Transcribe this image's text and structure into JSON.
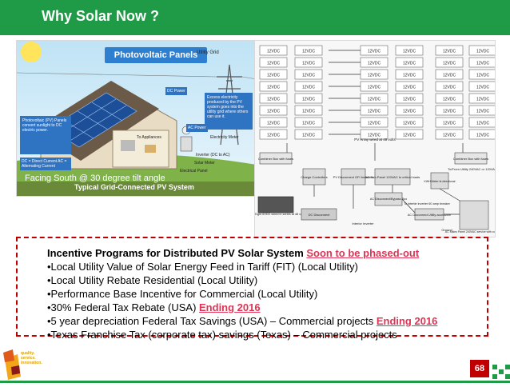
{
  "slide": {
    "title": "Why Solar Now ?",
    "page_number": "68",
    "accent_color": "#1f9a47",
    "highlight_color": "#e03355",
    "border_color": "#c00000"
  },
  "left_image": {
    "header_label": "Photovoltaic Panels",
    "utility_grid_label": "Utility Grid",
    "excess_note": "Excess electricity produced by the PV system goes into the utility grid where others can use it.",
    "pv_note": "Photovoltaic (PV) Panels convert sunlight to DC electric power.",
    "dc_ac_note": "DC = Direct Current AC = Alternating Current",
    "dc_power": "DC Power",
    "ac_power": "AC Power",
    "to_appliances": "To Appliances",
    "electricity_meter": "Electricity Meter",
    "inverter": "Inverter (DC to AC)",
    "solar_meter": "Solar Meter",
    "electrical_panel": "Electrical Panel",
    "caption": "Typical Grid-Connected PV System",
    "overlay": "Facing South @ 30 degree tilt angle"
  },
  "right_image": {
    "module_label": "12VDC",
    "combiner_box_left": "Combiner Box with fuses",
    "combiner_box_right": "Combiner Box with fuses",
    "pv_array": "PV Array wired at 48 volts",
    "charge_controllers": "Charge Controllers",
    "pv_disconnect": "PV Disconnect GFI breakers",
    "ac_subpanel": "AC Sub-Panel 120VAC to critical loads",
    "kwh_meter": "KWH Meter bi-directional",
    "to_from_utility": "To/From Utility 240VAC or 120VAC",
    "batteries": "Batteries: Eight 6VDC wired in series at 48 volts DC",
    "ac_disconnect_bypass": "AC Disconnect/Bypass Box",
    "to_intertie_inverter": "To intertie inverter 60 amp breaker",
    "ac_disconnect": "AC Disconnect Utility accessible",
    "ac_mains_panel": "AC Mains Panel 240VAC service with common",
    "dc_disconnect": "DC Disconnect",
    "interior_inverter": "Interior Inverter",
    "ground": "Ground"
  },
  "incentives": {
    "heading": "Incentive Programs for Distributed PV Solar System ",
    "heading_highlight": "Soon to be phased-out",
    "items": [
      {
        "text": "•Local Utility Value of Solar Energy Feed in Tariff (FIT) (Local Utility)",
        "highlight": ""
      },
      {
        "text": "•Local Utility Rebate Residential (Local Utility)",
        "highlight": ""
      },
      {
        "text": "•Performance Base Incentive for Commercial (Local Utility)",
        "highlight": ""
      },
      {
        "text": "•30% Federal Tax Rebate (USA)  ",
        "highlight": "Ending 2016"
      },
      {
        "text": "•5 year depreciation Federal Tax Savings (USA) – Commercial projects  ",
        "highlight": "Ending 2016"
      },
      {
        "text": "•Texas Franchise Tax (corporate tax) savings (Texas) – Commercial projects",
        "highlight": ""
      }
    ]
  },
  "logo": {
    "line1": "quality.",
    "line2": "service.",
    "line3": "innovation."
  }
}
